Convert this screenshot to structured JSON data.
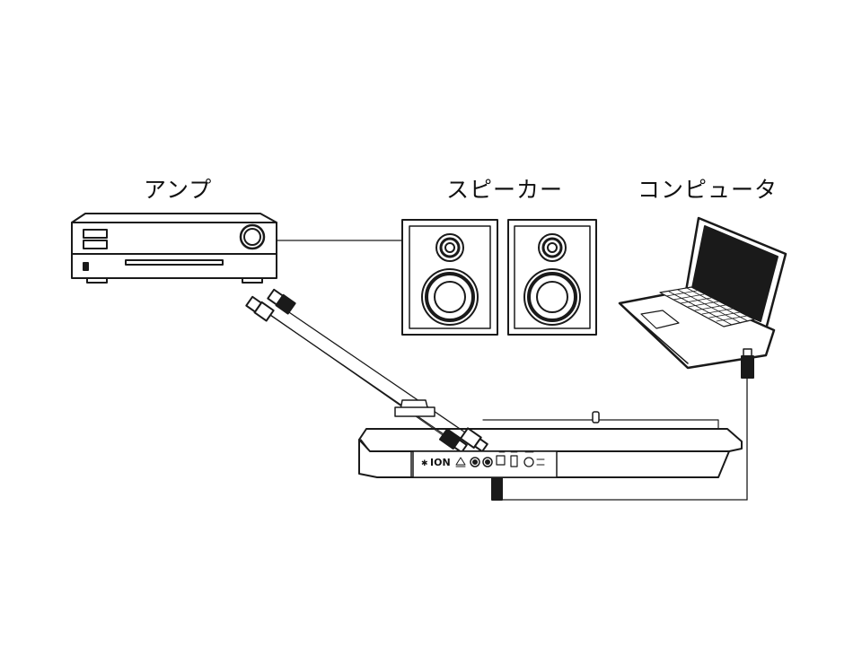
{
  "labels": {
    "amp": "アンプ",
    "speakers": "スピーカー",
    "computer": "コンピュータ"
  },
  "turntable": {
    "brand": "ION"
  },
  "colors": {
    "line": "#1a1a1a",
    "background": "#ffffff"
  }
}
